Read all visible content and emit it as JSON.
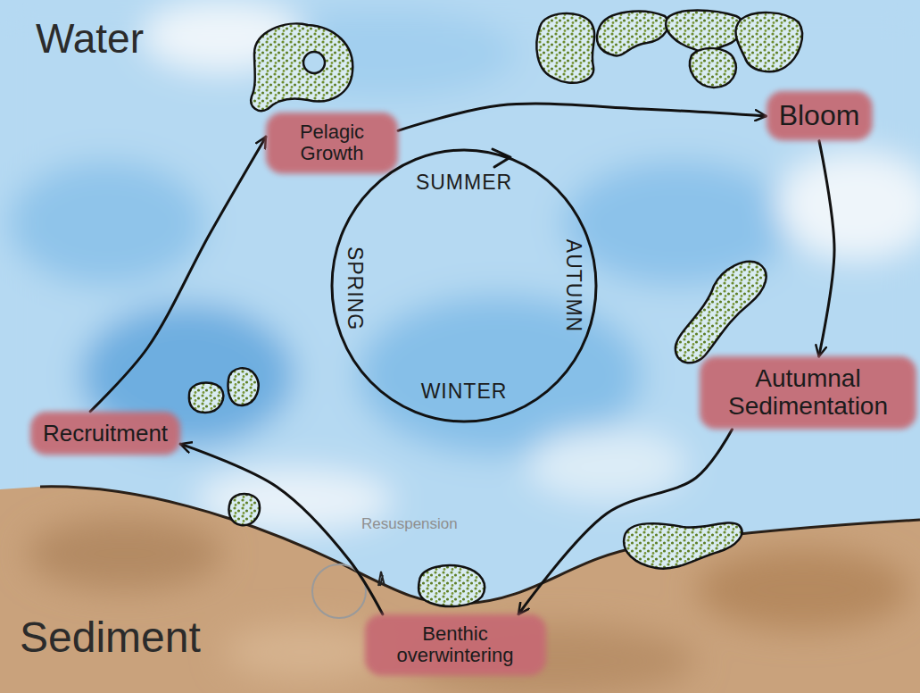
{
  "diagram": {
    "nodes": [
      {
        "text": [
          "Pelagic Growth"
        ]
      },
      {
        "text": [
          "Bloom"
        ]
      },
      {
        "text": [
          "SUMMER",
          "AUTUMN",
          "WINTER",
          "SPRING"
        ]
      },
      {
        "text": [
          "Autumnal Sedimentation"
        ]
      },
      {
        "text": [
          "Recruitment"
        ]
      },
      {
        "text": [
          "Benthic overwintering"
        ]
      }
    ],
    "edges": [
      {
        "from": 0,
        "to": 1,
        "arrow": "to"
      },
      {
        "from": 1,
        "to": 3,
        "arrow": "to"
      },
      {
        "from": 3,
        "to": 5,
        "arrow": "to"
      },
      {
        "from": 5,
        "to": 4,
        "arrow": "to"
      },
      {
        "from": 4,
        "to": 0,
        "arrow": "to"
      }
    ],
    "labels": [
      "Water",
      "Resuspension",
      "Sediment"
    ]
  }
}
